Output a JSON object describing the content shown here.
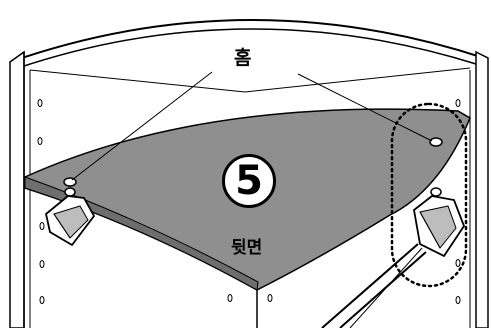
{
  "labels": {
    "groove": "홈",
    "back_side": "뒷면",
    "step_number": "5"
  },
  "colors": {
    "shelf_fill": "#8f8f8f",
    "outline": "#000000",
    "background": "#ffffff"
  },
  "icons": [
    "shelf-support-peg-icon",
    "dotted-callout-oval-icon",
    "peg-hole-icon"
  ]
}
